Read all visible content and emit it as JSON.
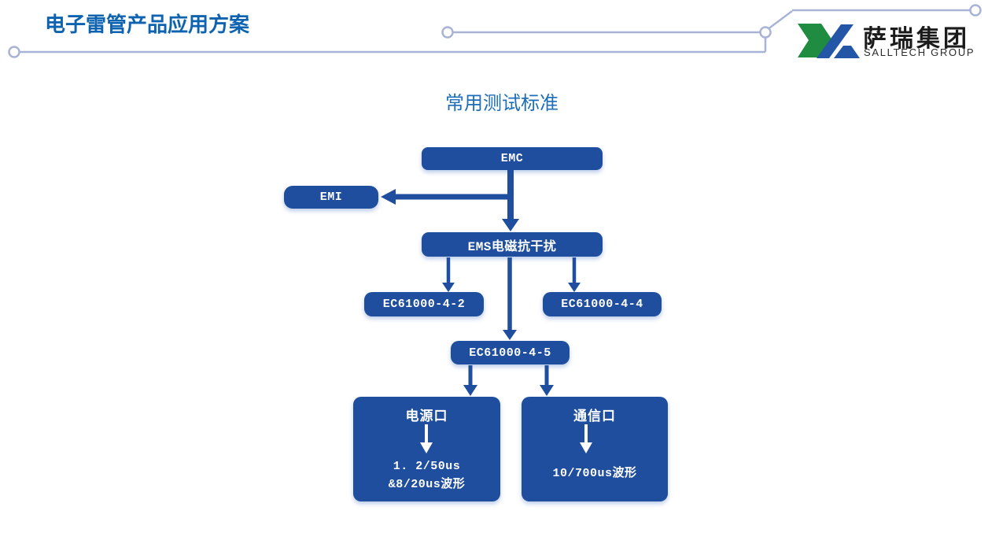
{
  "header": {
    "title": "电子雷管产品应用方案",
    "logo": {
      "company_cn": "萨瑞集团",
      "company_en": "SALLTECH GROUP"
    }
  },
  "diagram": {
    "title": "常用测试标准",
    "type": "flowchart",
    "nodes": {
      "emc": {
        "label": "EMC"
      },
      "emi": {
        "label": "EMI"
      },
      "ems": {
        "label": "EMS电磁抗干扰"
      },
      "ec61000_4_2": {
        "label": "EC61000-4-2"
      },
      "ec61000_4_4": {
        "label": "EC61000-4-4"
      },
      "ec61000_4_5": {
        "label": "EC61000-4-5"
      },
      "power_port": {
        "label": "电源口",
        "detail_line1": "1. 2/50us",
        "detail_line2": "&8/20us波形"
      },
      "comm_port": {
        "label": "通信口",
        "detail_line1": "10/700us波形"
      }
    },
    "edges": [
      {
        "from": "EMC",
        "to": "EMI"
      },
      {
        "from": "EMC",
        "to": "EMS电磁抗干扰"
      },
      {
        "from": "EMS电磁抗干扰",
        "to": "EC61000-4-2"
      },
      {
        "from": "EMS电磁抗干扰",
        "to": "EC61000-4-4"
      },
      {
        "from": "EMS电磁抗干扰",
        "to": "EC61000-4-5"
      },
      {
        "from": "EC61000-4-5",
        "to": "电源口"
      },
      {
        "from": "EC61000-4-5",
        "to": "通信口"
      },
      {
        "from": "电源口",
        "to": "1. 2/50us &8/20us波形"
      },
      {
        "from": "通信口",
        "to": "10/700us波形"
      }
    ]
  },
  "colors": {
    "node_fill": "#1F4E9E",
    "node_text": "#FFFFFF",
    "page_title_blue": "#0D63AF",
    "section_title_blue": "#1C6EBA",
    "decor_line": "#A9B3D6",
    "logo_green": "#1F8C41",
    "logo_blue": "#2356A7",
    "background": "#FFFFFF"
  }
}
